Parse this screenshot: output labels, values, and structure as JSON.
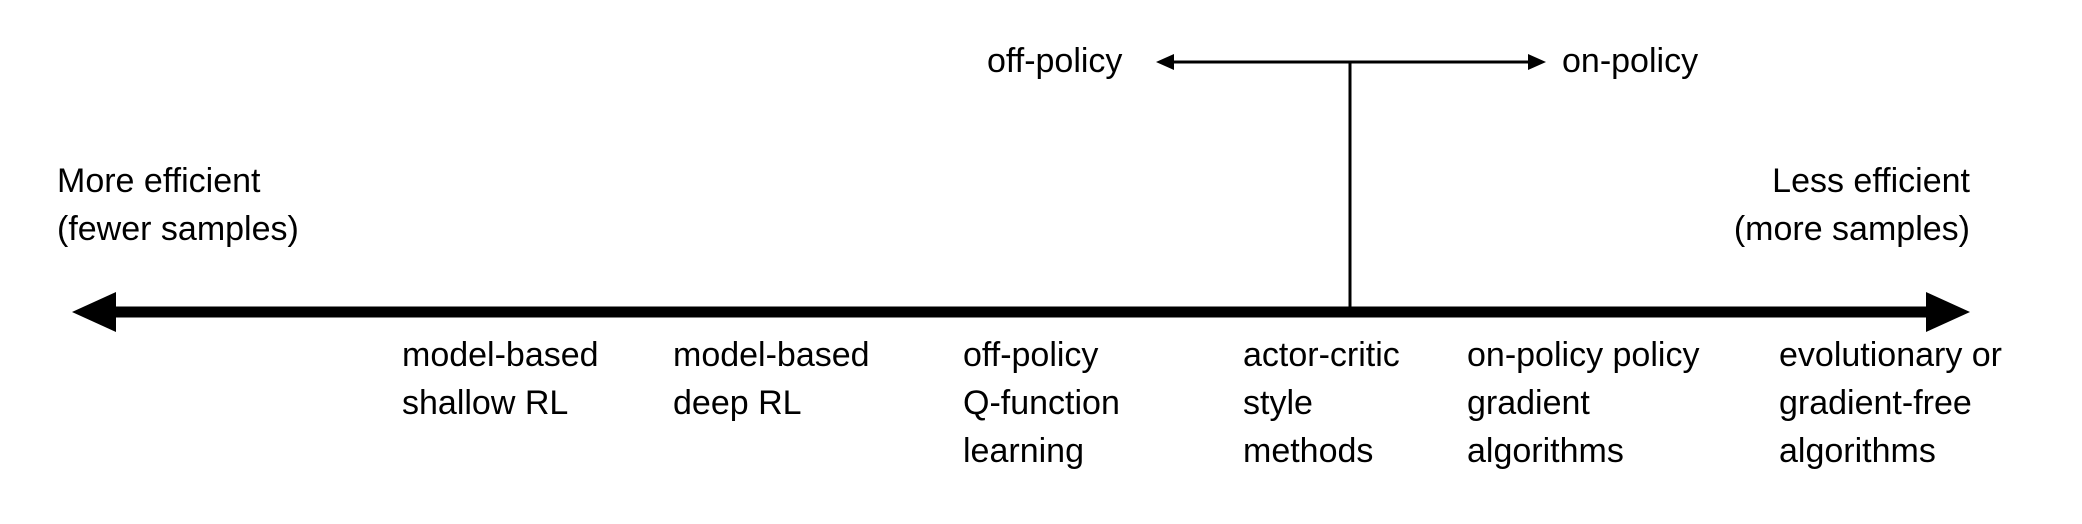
{
  "axis": {
    "left_label": [
      "More efficient",
      "(fewer samples)"
    ],
    "right_label": [
      "Less efficient",
      "(more samples)"
    ]
  },
  "policy_split": {
    "left": "off-policy",
    "right": "on-policy"
  },
  "methods": [
    {
      "lines": [
        "model-based",
        "shallow RL"
      ]
    },
    {
      "lines": [
        "model-based",
        "deep RL"
      ]
    },
    {
      "lines": [
        "off-policy",
        "Q-function",
        "learning"
      ]
    },
    {
      "lines": [
        "actor-critic",
        "style",
        "methods"
      ]
    },
    {
      "lines": [
        "on-policy policy",
        "gradient",
        "algorithms"
      ]
    },
    {
      "lines": [
        "evolutionary or",
        "gradient-free",
        "algorithms"
      ]
    }
  ]
}
